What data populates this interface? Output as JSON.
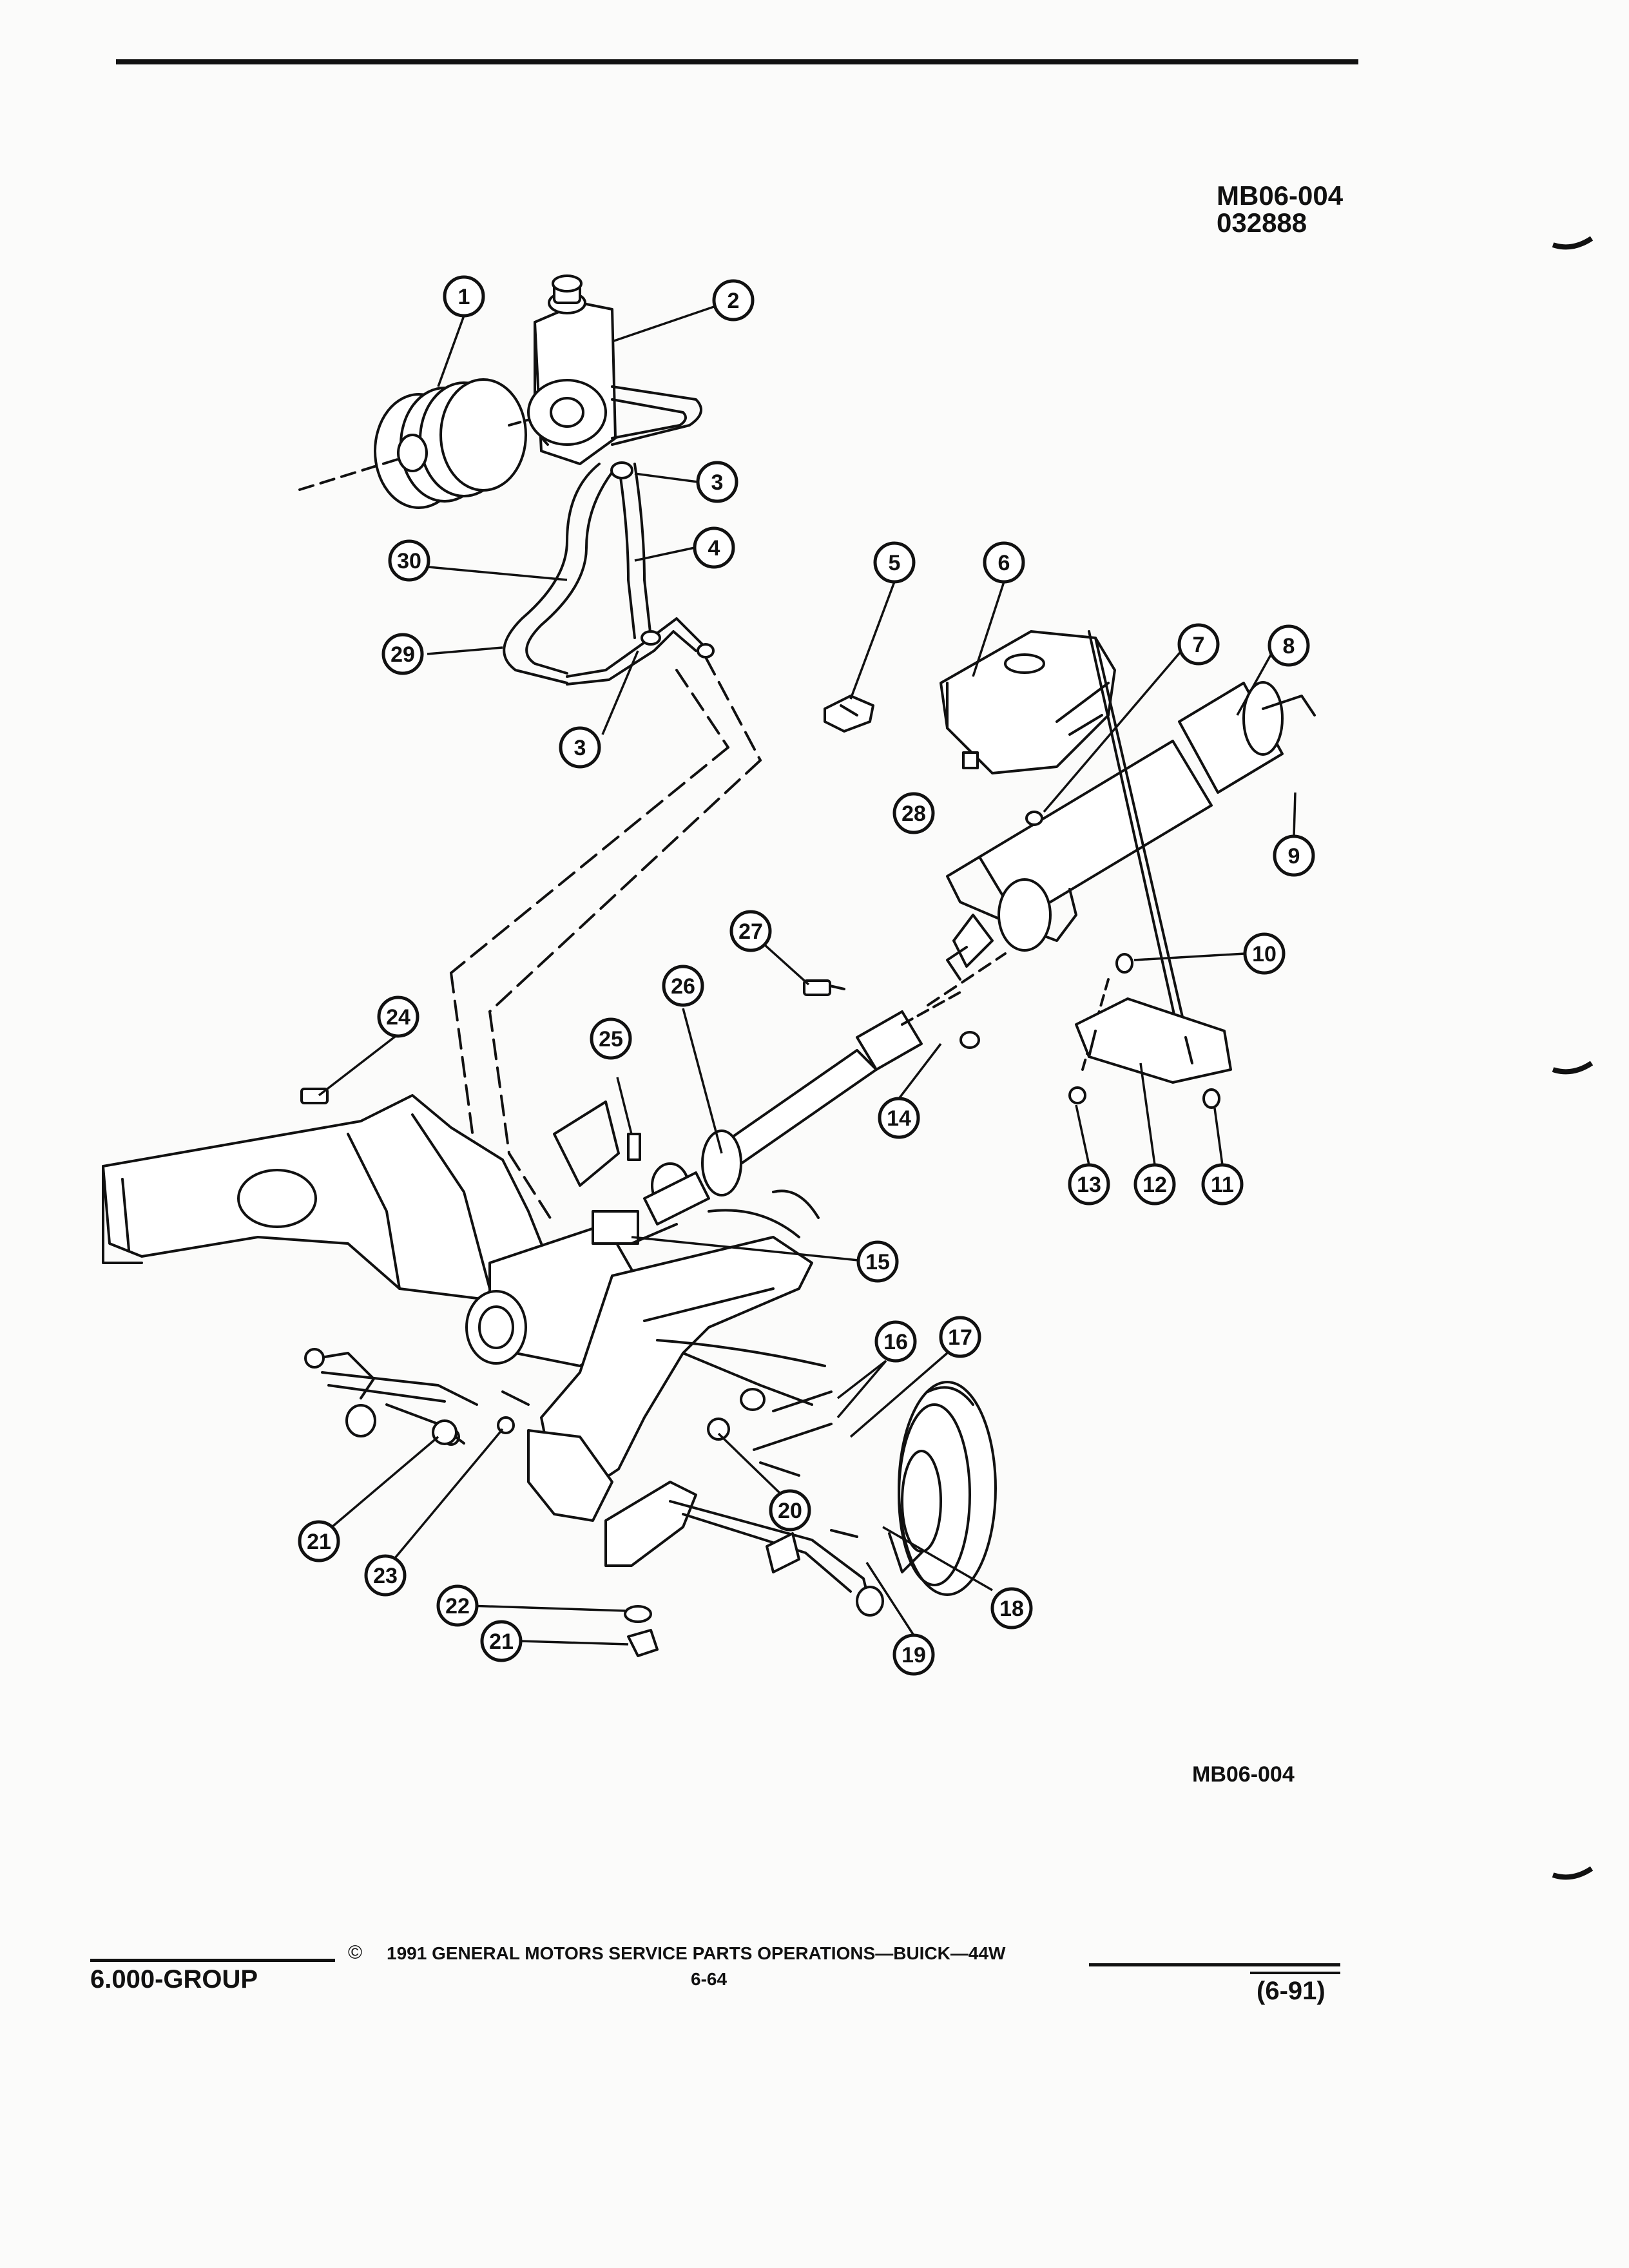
{
  "header": {
    "figure_code": "MB06-004",
    "figure_number": "032888"
  },
  "figure_footer_code": "MB06-004",
  "footer": {
    "group": "6.000-GROUP",
    "copyright_symbol": "©",
    "copyright": "1991 GENERAL MOTORS SERVICE PARTS OPERATIONS—BUICK—44W",
    "page_number": "6-64",
    "revision": "(6-91)"
  },
  "callouts": [
    {
      "id": "c1",
      "label": "1"
    },
    {
      "id": "c2",
      "label": "2"
    },
    {
      "id": "c3a",
      "label": "3"
    },
    {
      "id": "c3b",
      "label": "3"
    },
    {
      "id": "c4",
      "label": "4"
    },
    {
      "id": "c5",
      "label": "5"
    },
    {
      "id": "c6",
      "label": "6"
    },
    {
      "id": "c7",
      "label": "7"
    },
    {
      "id": "c8",
      "label": "8"
    },
    {
      "id": "c9",
      "label": "9"
    },
    {
      "id": "c10",
      "label": "10"
    },
    {
      "id": "c11",
      "label": "11"
    },
    {
      "id": "c12",
      "label": "12"
    },
    {
      "id": "c13",
      "label": "13"
    },
    {
      "id": "c14",
      "label": "14"
    },
    {
      "id": "c15",
      "label": "15"
    },
    {
      "id": "c16",
      "label": "16"
    },
    {
      "id": "c17",
      "label": "17"
    },
    {
      "id": "c18",
      "label": "18"
    },
    {
      "id": "c19",
      "label": "19"
    },
    {
      "id": "c20",
      "label": "20"
    },
    {
      "id": "c21a",
      "label": "21"
    },
    {
      "id": "c21b",
      "label": "21"
    },
    {
      "id": "c22",
      "label": "22"
    },
    {
      "id": "c23",
      "label": "23"
    },
    {
      "id": "c24",
      "label": "24"
    },
    {
      "id": "c25",
      "label": "25"
    },
    {
      "id": "c26",
      "label": "26"
    },
    {
      "id": "c27",
      "label": "27"
    },
    {
      "id": "c28",
      "label": "28"
    },
    {
      "id": "c29",
      "label": "29"
    },
    {
      "id": "c30",
      "label": "30"
    }
  ]
}
